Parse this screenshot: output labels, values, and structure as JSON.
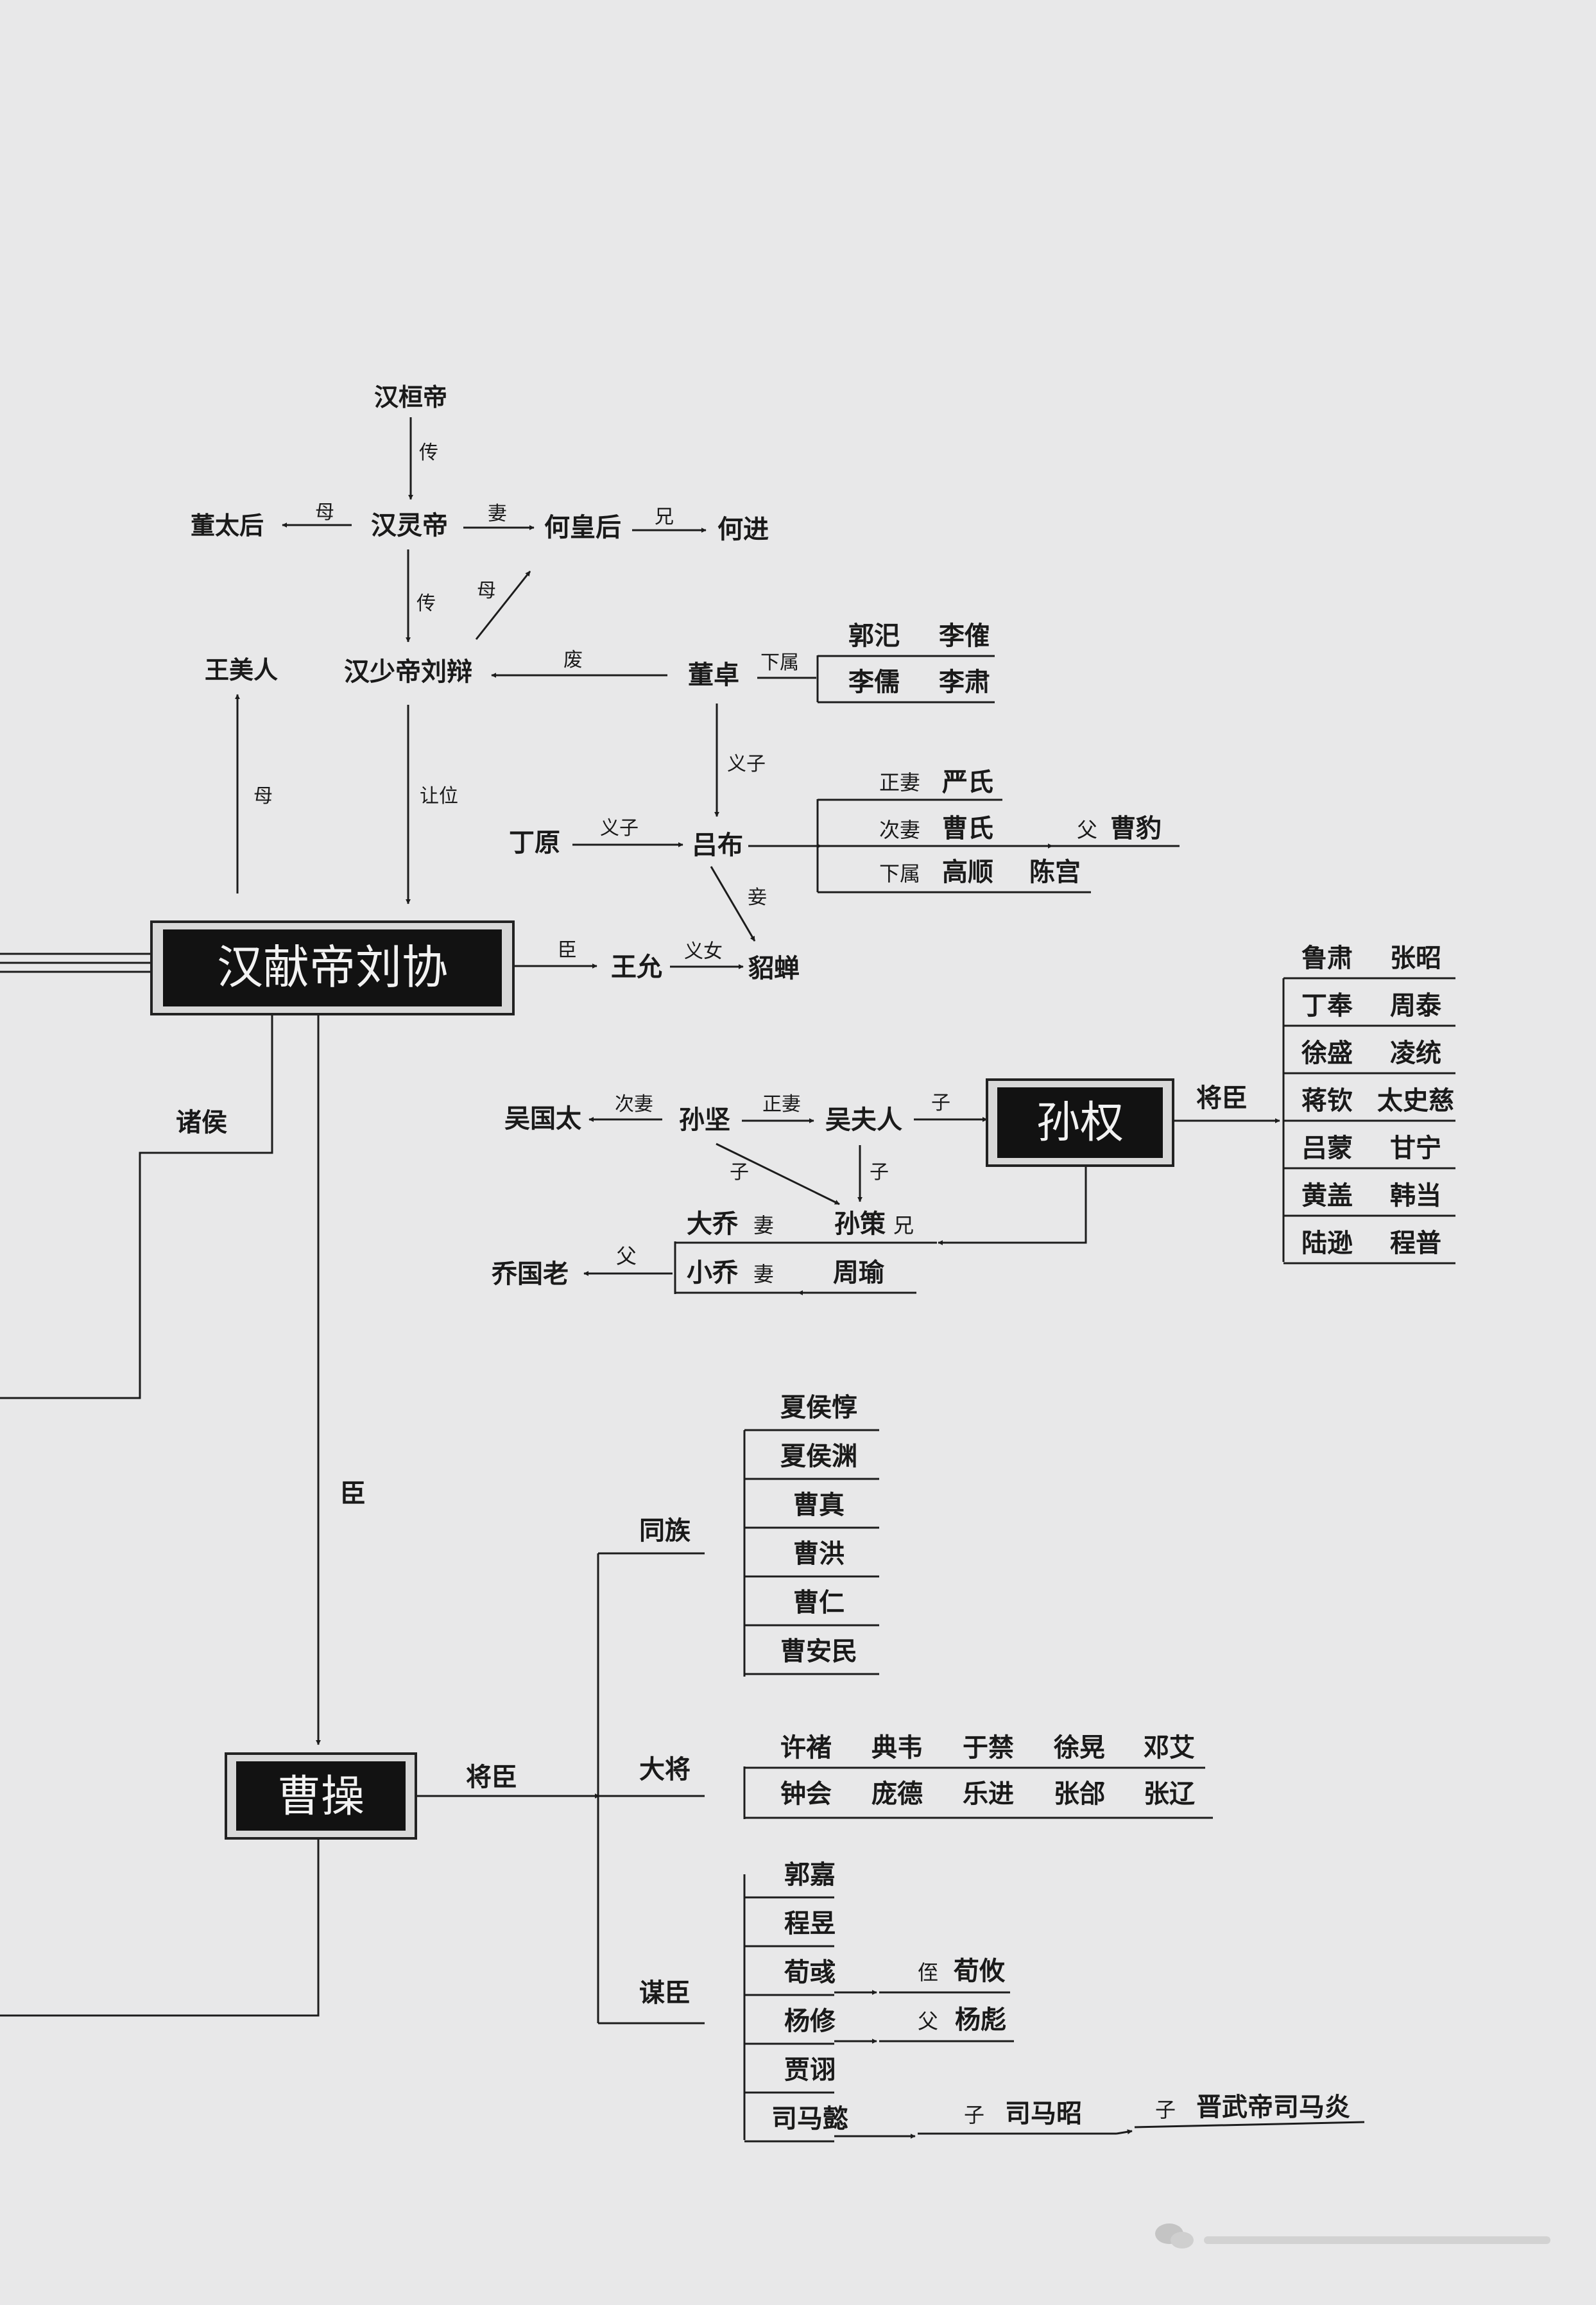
{
  "main_boxes": {
    "xiandi": "汉献帝刘协",
    "sunquan": "孙权",
    "caocao": "曹操"
  },
  "names": {
    "huandi": "汉桓帝",
    "lingdi": "汉灵帝",
    "dongtaihou": "董太后",
    "hehuanghou": "何皇后",
    "hejin": "何进",
    "shaodi": "汉少帝刘辩",
    "wangmeiren": "王美人",
    "dongzhuo": "董卓",
    "guosi": "郭汜",
    "lijue": "李傕",
    "liru": "李儒",
    "lisu": "李肃",
    "dingyuan": "丁原",
    "lvbu": "吕布",
    "yanshi": "严氏",
    "caoshi": "曹氏",
    "caobao": "曹豹",
    "gaoshun": "高顺",
    "chengong": "陈宫",
    "wangyun": "王允",
    "diaochan": "貂蝉",
    "wuguotai": "吴国太",
    "sunjian": "孙坚",
    "wufuren": "吴夫人",
    "daqiao": "大乔",
    "xiaoqiao": "小乔",
    "sunce": "孙策",
    "zhouyu": "周瑜",
    "qiaoguolao": "乔国老"
  },
  "rel": {
    "huandi_lingdi": "传",
    "lingdi_dongtaihou": "母",
    "lingdi_hehuanghou": "妻",
    "hehuanghou_hejin": "兄",
    "lingdi_shaodi": "传",
    "shaodi_hehuanghou": "母",
    "dongzhuo_shaodi": "废",
    "dongzhuo_sub": "下属",
    "wangmeiren_xiandi": "母",
    "shaodi_xiandi": "让位",
    "dongzhuo_lvbu": "义子",
    "dingyuan_lvbu": "义子",
    "lvbu_diaochan": "妾",
    "yanshi": "正妻",
    "caoshi": "次妻",
    "caobao": "父",
    "lvbu_sub": "下属",
    "xiandi_wangyun": "臣",
    "wangyun_diaochan": "义女",
    "zhuhou": "诸侯",
    "xiandi_caocao": "臣",
    "wuguotai": "次妻",
    "wufuren": "正妻",
    "wufuren_sunquan": "子",
    "sunjian_sunce": "子",
    "wufuren_sunce": "子",
    "sunquan_jiangchen": "将臣",
    "daqiao": "妻",
    "xiaoqiao": "妻",
    "sunce": "兄",
    "qiaoguolao": "父",
    "caocao_jiangchen": "将臣"
  },
  "sun_ministers": [
    [
      "鲁肃",
      "张昭"
    ],
    [
      "丁奉",
      "周泰"
    ],
    [
      "徐盛",
      "凌统"
    ],
    [
      "蒋钦",
      "太史慈"
    ],
    [
      "吕蒙",
      "甘宁"
    ],
    [
      "黄盖",
      "韩当"
    ],
    [
      "陆逊",
      "程普"
    ]
  ],
  "cao_groups": {
    "tongzu": {
      "label": "同族",
      "members": [
        "夏侯惇",
        "夏侯渊",
        "曹真",
        "曹洪",
        "曹仁",
        "曹安民"
      ]
    },
    "dajiang": {
      "label": "大将",
      "row1": [
        "许褚",
        "典韦",
        "于禁",
        "徐晃",
        "邓艾"
      ],
      "row2": [
        "钟会",
        "庞德",
        "乐进",
        "张郃",
        "张辽"
      ]
    },
    "mouchen": {
      "label": "谋臣",
      "members": [
        "郭嘉",
        "程昱",
        "荀彧",
        "杨修",
        "贾诩",
        "司马懿"
      ],
      "xunyou_rel": "侄",
      "xunyou": "荀攸",
      "yangbiao_rel": "父",
      "yangbiao": "杨彪",
      "simazhao_rel": "子",
      "simazhao": "司马昭",
      "simayan_rel": "子",
      "simayan": "晋武帝司马炎"
    }
  }
}
